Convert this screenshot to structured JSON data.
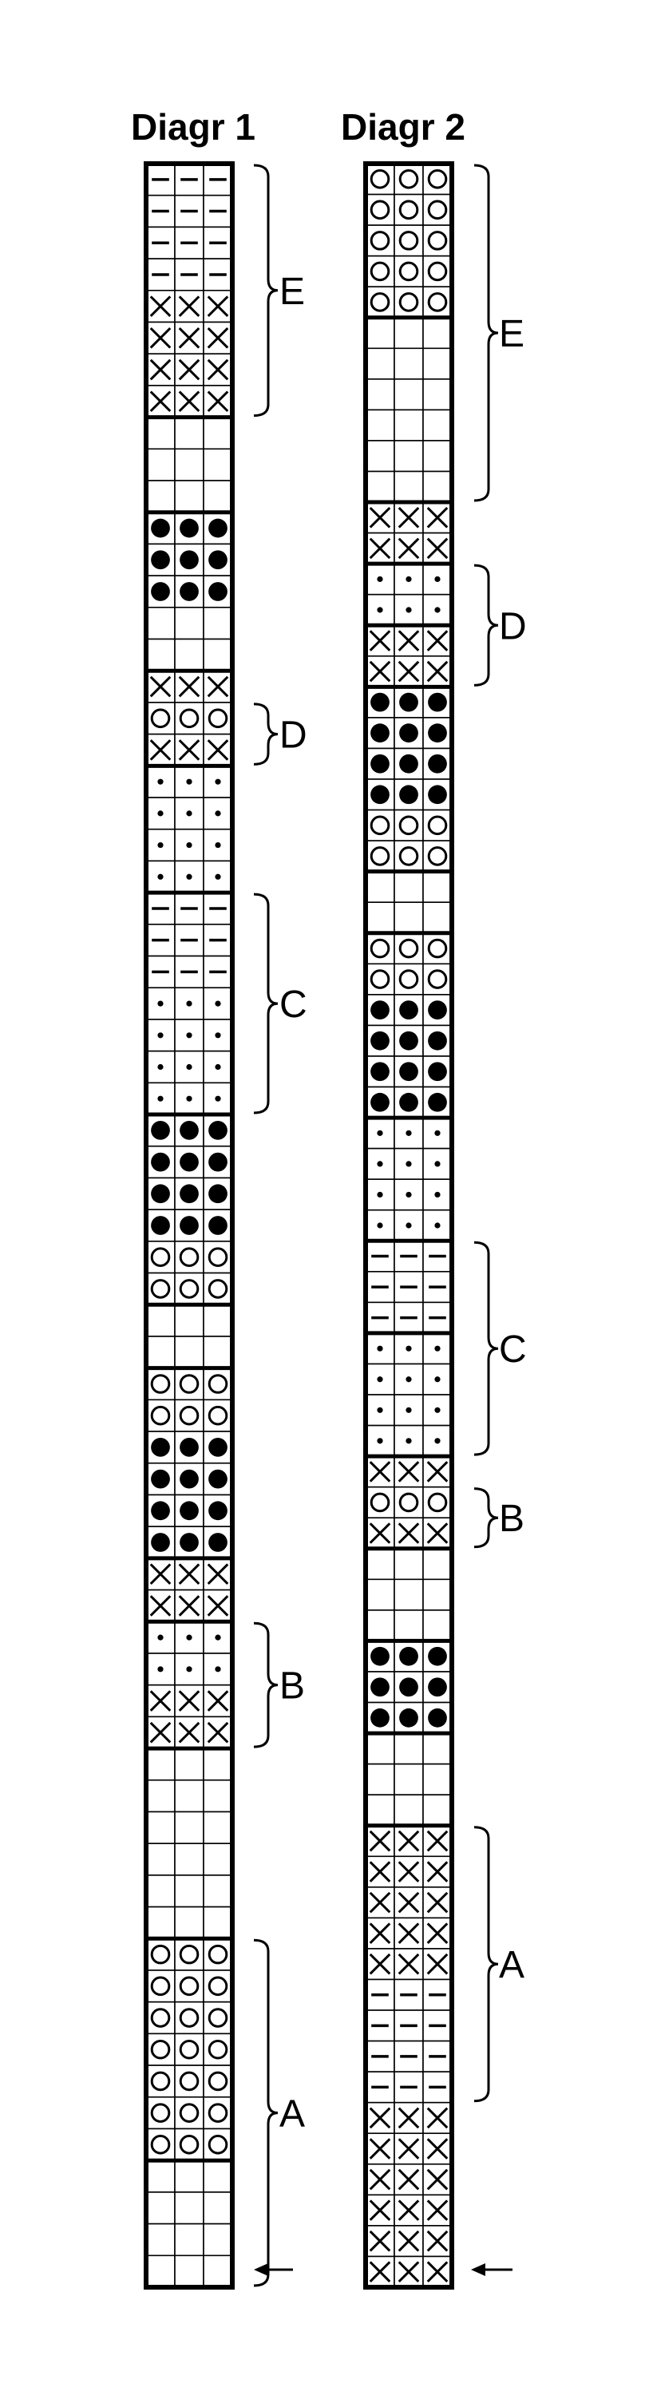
{
  "diagrams": [
    {
      "title": "Diagr 1",
      "rows_top_to_bottom": [
        "-",
        "-",
        "-",
        "-",
        "x",
        "x",
        "x",
        "x",
        "empty",
        "empty",
        "empty",
        "dot",
        "dot",
        "dot",
        "empty",
        "empty",
        "x",
        "o",
        "x",
        "sdot",
        "sdot",
        "sdot",
        "sdot",
        "-",
        "-",
        "-",
        "sdot",
        "sdot",
        "sdot",
        "sdot",
        "dot",
        "dot",
        "dot",
        "dot",
        "o",
        "o",
        "empty",
        "empty",
        "o",
        "o",
        "dot",
        "dot",
        "dot",
        "dot",
        "x",
        "x",
        "sdot",
        "sdot",
        "x",
        "x",
        "empty",
        "empty",
        "empty",
        "empty",
        "empty",
        "empty",
        "o",
        "o",
        "o",
        "o",
        "o",
        "o",
        "o",
        "empty",
        "empty",
        "empty",
        "empty"
      ],
      "thick_borders_after_row": [
        7,
        10,
        15,
        18,
        22,
        29,
        35,
        37,
        43,
        45,
        49,
        55,
        62
      ],
      "sections": [
        {
          "label": "E",
          "from_row": 0,
          "to_row": 7
        },
        {
          "label": "D",
          "from_row": 17,
          "to_row": 18
        },
        {
          "label": "C",
          "from_row": 23,
          "to_row": 29
        },
        {
          "label": "B",
          "from_row": 46,
          "to_row": 49
        },
        {
          "label": "A",
          "from_row": 56,
          "to_row": 66
        }
      ]
    },
    {
      "title": "Diagr 2",
      "rows_top_to_bottom": [
        "o",
        "o",
        "o",
        "o",
        "o",
        "empty",
        "empty",
        "empty",
        "empty",
        "empty",
        "empty",
        "x",
        "x",
        "sdot",
        "sdot",
        "x",
        "x",
        "dot",
        "dot",
        "dot",
        "dot",
        "o",
        "o",
        "empty",
        "empty",
        "o",
        "o",
        "dot",
        "dot",
        "dot",
        "dot",
        "sdot",
        "sdot",
        "sdot",
        "sdot",
        "-",
        "-",
        "-",
        "sdot",
        "sdot",
        "sdot",
        "sdot",
        "x",
        "o",
        "x",
        "empty",
        "empty",
        "empty",
        "dot",
        "dot",
        "dot",
        "empty",
        "empty",
        "empty",
        "x",
        "x",
        "x",
        "x",
        "x",
        "-",
        "-",
        "-",
        "-",
        "x",
        "x",
        "x",
        "x",
        "x",
        "x"
      ],
      "thick_borders_after_row": [
        4,
        10,
        12,
        14,
        16,
        22,
        24,
        30,
        34,
        37,
        41,
        44,
        47,
        50,
        53
      ],
      "sections": [
        {
          "label": "E",
          "from_row": 0,
          "to_row": 10
        },
        {
          "label": "D",
          "from_row": 13,
          "to_row": 16
        },
        {
          "label": "C",
          "from_row": 35,
          "to_row": 41
        },
        {
          "label": "B",
          "from_row": 43,
          "to_row": 44
        },
        {
          "label": "A",
          "from_row": 54,
          "to_row": 62
        }
      ]
    }
  ]
}
